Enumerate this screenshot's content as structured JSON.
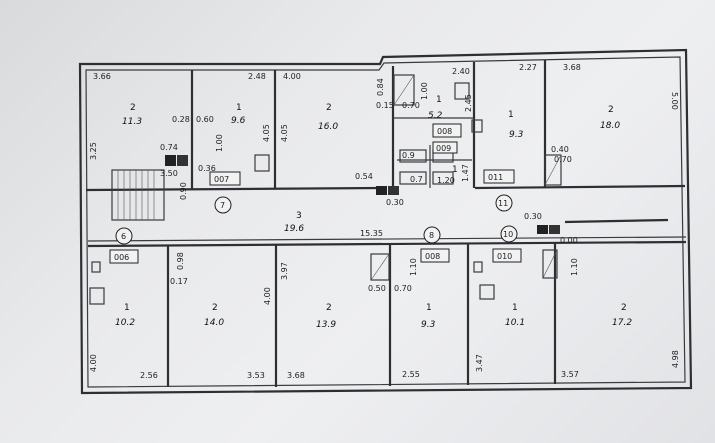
{
  "rooms": [
    {
      "num": "2",
      "area": "11.3"
    },
    {
      "num": "1",
      "area": "9.6"
    },
    {
      "num": "2",
      "area": "16.0"
    },
    {
      "num": "1",
      "area": "5.2"
    },
    {
      "num": "1",
      "area": "9.3"
    },
    {
      "num": "2",
      "area": "18.0"
    },
    {
      "num": "3",
      "area": "19.6"
    },
    {
      "num": "1",
      "area": "10.2"
    },
    {
      "num": "2",
      "area": "14.0"
    },
    {
      "num": "2",
      "area": "13.9"
    },
    {
      "num": "1",
      "area": "9.3"
    },
    {
      "num": "1",
      "area": "10.1"
    },
    {
      "num": "2",
      "area": "17.2"
    },
    {
      "num": "1",
      "area": ""
    }
  ],
  "tags": [
    "007",
    "008",
    "011",
    "006",
    "008",
    "010",
    "009"
  ],
  "axis_marks": [
    "7",
    "11",
    "6",
    "8",
    "10"
  ],
  "dims": [
    "3.66",
    "2.48",
    "4.00",
    "2.40",
    "2.27",
    "3.68",
    "5.00",
    "3.25",
    "0.28",
    "0.60",
    "0.74",
    "0.36",
    "0.90",
    "1.00",
    "3.50",
    "4.05",
    "4.05",
    "0.84",
    "0.15",
    "0.70",
    "1.00",
    "2.45",
    "0.40",
    "0.70",
    "0.54",
    "0.30",
    "15.35",
    "0.30",
    "0.00",
    "0.98",
    "0.17",
    "3.97",
    "4.00",
    "0.50",
    "0.70",
    "1.10",
    "1.10",
    "3.47",
    "4.98",
    "4.00",
    "2.56",
    "3.53",
    "3.68",
    "2.55",
    "3.57",
    "1.47",
    "1.20",
    "0.9",
    "0.7"
  ]
}
